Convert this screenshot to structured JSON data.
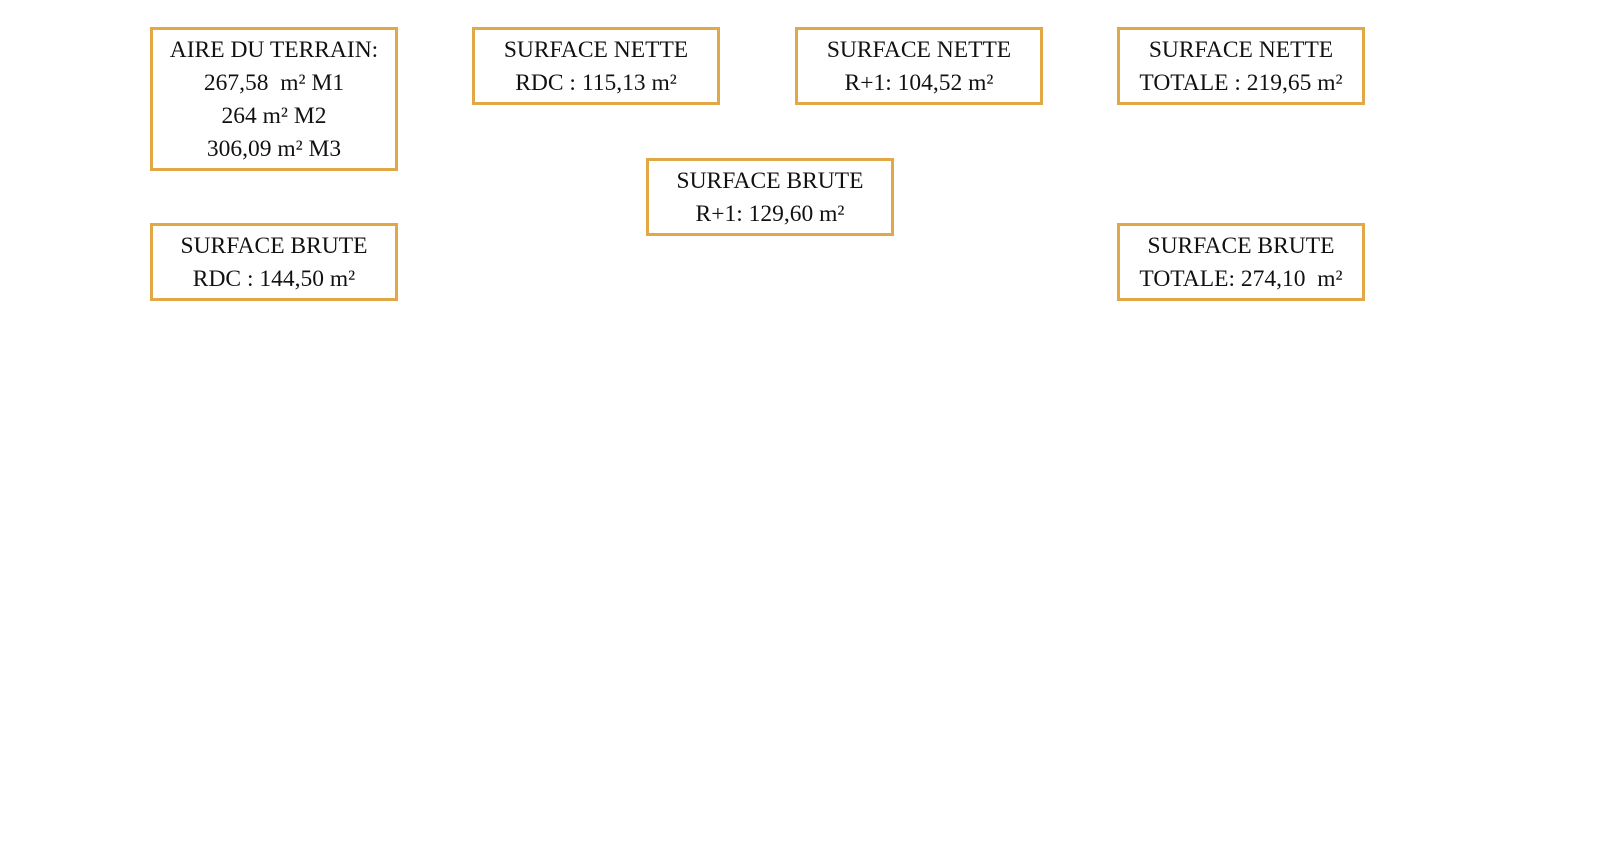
{
  "boxes": {
    "terrain": {
      "lines": [
        "AIRE DU TERRAIN:",
        "267,58  m² M1",
        "264 m² M2",
        "306,09 m² M3"
      ]
    },
    "nette_rdc": {
      "lines": [
        "SURFACE NETTE",
        "RDC : 115,13 m²"
      ]
    },
    "nette_r1": {
      "lines": [
        "SURFACE NETTE",
        "R+1: 104,52 m²"
      ]
    },
    "nette_totale": {
      "lines": [
        "SURFACE NETTE",
        "TOTALE : 219,65 m²"
      ]
    },
    "brute_r1": {
      "lines": [
        "SURFACE BRUTE",
        "R+1: 129,60 m²"
      ]
    },
    "brute_rdc": {
      "lines": [
        "SURFACE BRUTE",
        "RDC : 144,50 m²"
      ]
    },
    "brute_totale": {
      "lines": [
        "SURFACE BRUTE",
        "TOTALE: 274,10  m²"
      ]
    }
  },
  "colors": {
    "border": "#E2A847"
  }
}
